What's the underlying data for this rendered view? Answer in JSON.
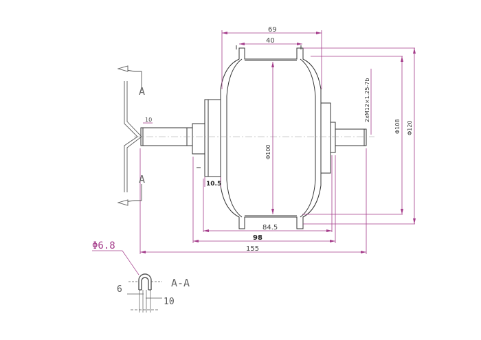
{
  "dimensions": {
    "top_outer": "69",
    "top_inner": "40",
    "shaft_end": "10",
    "flange_offset": "10.5",
    "phi_inner": "Φ100",
    "thread_spec": "2xM12×1.25-7b",
    "phi_108": "Φ108",
    "phi_120": "Φ120",
    "width_84_5": "84.5",
    "width_98": "98",
    "width_155": "155"
  },
  "section": {
    "marker_top": "A",
    "marker_bottom": "A",
    "title": "A-A",
    "phi_dim": "Φ6.8",
    "left_dim": "6",
    "right_dim": "10"
  },
  "colors": {
    "outline": "#333333",
    "dim_line": "#a43b8a",
    "section": "#666666"
  }
}
